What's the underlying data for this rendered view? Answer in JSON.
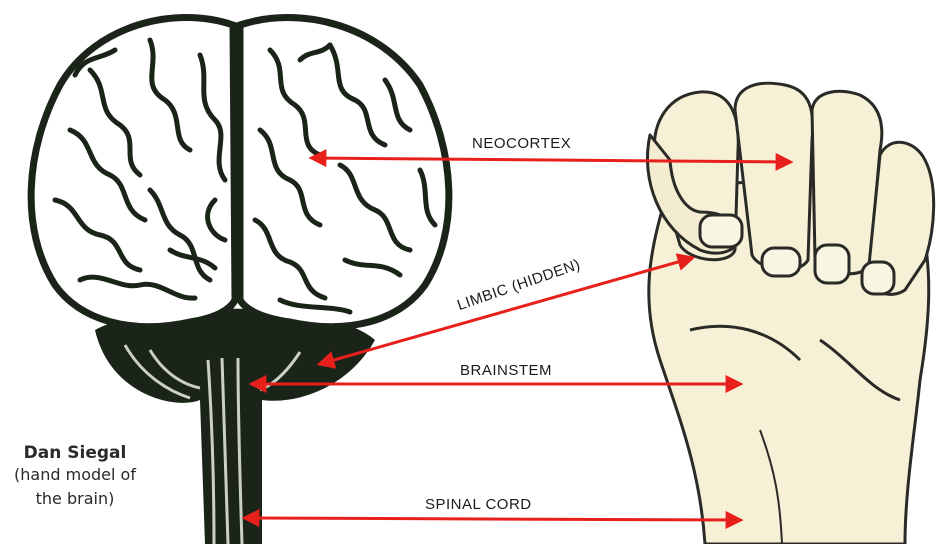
{
  "labels": {
    "neocortex": "NEOCORTEX",
    "limbic": "LIMBIC (HIDDEN)",
    "brainstem": "BRAINSTEM",
    "spinal_cord": "SPINAL CORD"
  },
  "credit": {
    "name": "Dan Siegal",
    "line1": "(hand model of",
    "line2": "the brain)"
  },
  "colors": {
    "arrow": "#e8201c",
    "brain_ink": "#1a2418",
    "hand_fill": "#f6f0d6",
    "hand_ink": "#2a2a26"
  },
  "icons": [
    "brain-illustration",
    "fist-illustration"
  ]
}
